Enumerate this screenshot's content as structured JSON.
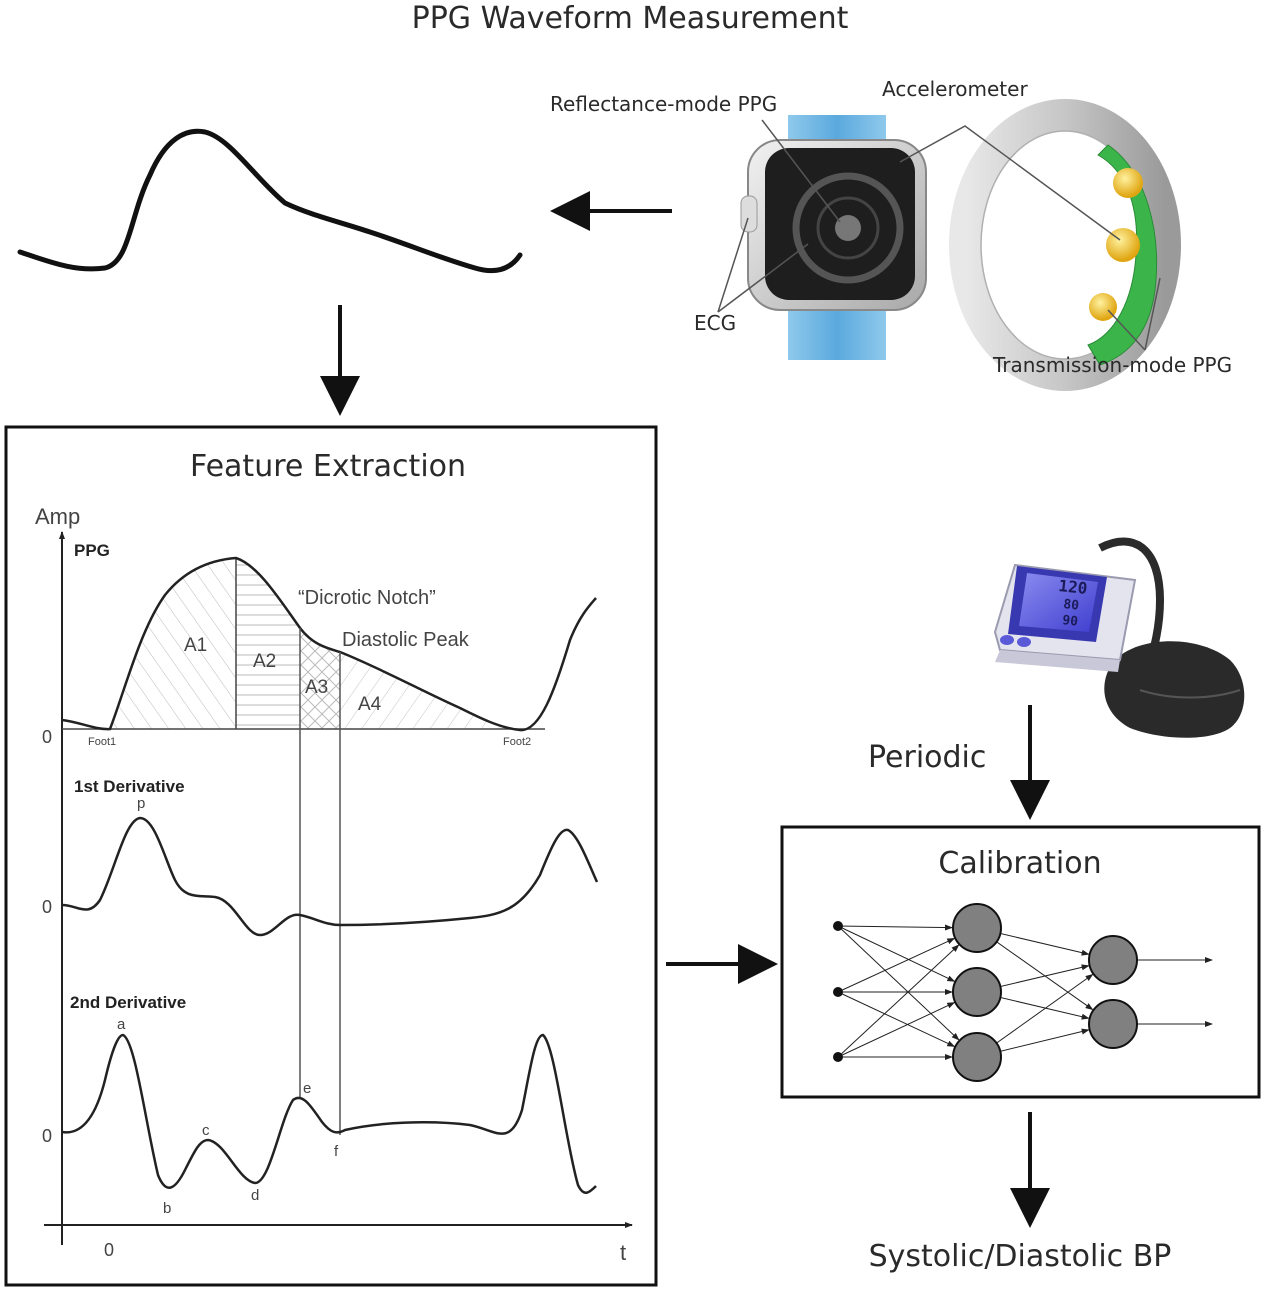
{
  "title": "PPG Waveform Measurement",
  "device_labels": {
    "reflectance": "Reflectance-mode  PPG",
    "accelerometer": "Accelerometer",
    "ecg": "ECG",
    "transmission": "Transmission-mode PPG"
  },
  "feature_panel": {
    "title": "Feature Extraction",
    "y_axis_label": "Amp",
    "x_axis_label": "t",
    "x_origin_label": "0",
    "ppg": {
      "label": "PPG",
      "zero": "0",
      "dicrotic_notch": "“Dicrotic Notch”",
      "diastolic_peak": "Diastolic Peak",
      "areas": [
        "A1",
        "A2",
        "A3",
        "A4"
      ],
      "foot1": "Foot1",
      "foot2": "Foot2"
    },
    "first_derivative": {
      "label": "1st Derivative",
      "zero": "0",
      "points": [
        "p"
      ]
    },
    "second_derivative": {
      "label": "2nd Derivative",
      "zero": "0",
      "points": [
        "a",
        "b",
        "c",
        "d",
        "e",
        "f"
      ]
    }
  },
  "calibration": {
    "periodic_label": "Periodic",
    "title": "Calibration",
    "network_layers": [
      3,
      3,
      2
    ]
  },
  "output_label": "Systolic/Diastolic BP",
  "bp_monitor_display": [
    "120",
    "80",
    "90"
  ],
  "colors": {
    "line": "#111111",
    "node_fill": "#808080",
    "band_blue": "#6fb3e0",
    "screen_blue": "#5a5ad8",
    "ring_gray": "#cfcfcf",
    "pcb_green": "#3bb54a",
    "sensor_yellow": "#f0c419"
  },
  "icons": [
    "smartwatch-icon",
    "smart-ring-icon",
    "blood-pressure-monitor-icon",
    "neural-network-icon"
  ]
}
